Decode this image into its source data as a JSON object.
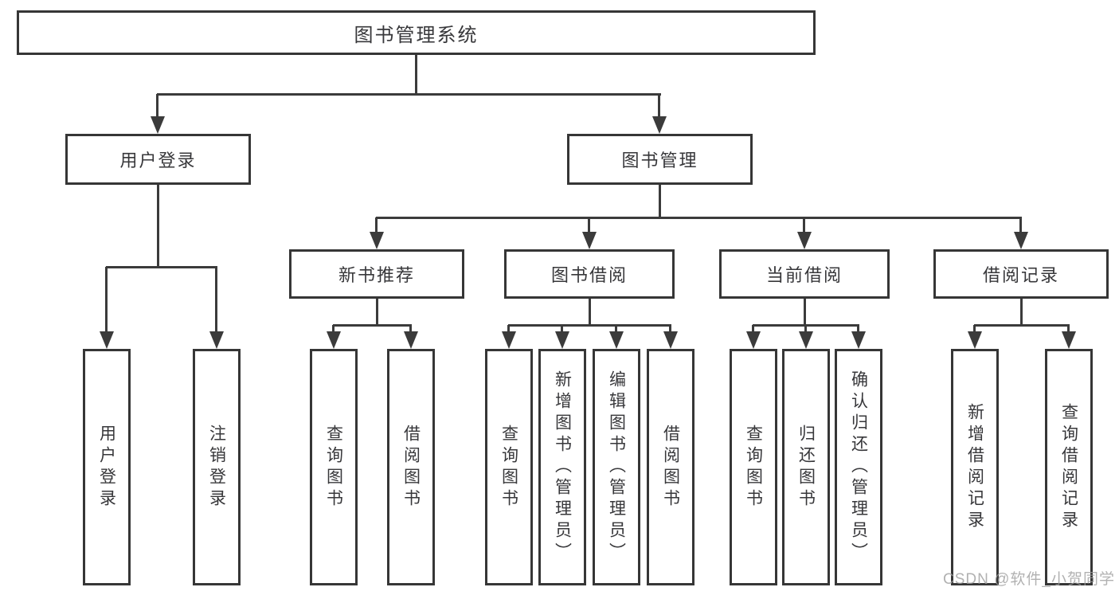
{
  "nodes": {
    "root": "图书管理系统",
    "level2": [
      "用户登录",
      "图书管理"
    ],
    "level3": [
      "新书推荐",
      "图书借阅",
      "当前借阅",
      "借阅记录"
    ],
    "leaves": [
      "用户登录",
      "注销登录",
      "查询图书",
      "借阅图书",
      "查询图书",
      "新增图书（管理员）",
      "编辑图书（管理员）",
      "借阅图书",
      "查询图书",
      "归还图书",
      "确认归还（管理员）",
      "新增借阅记录",
      "查询借阅记录"
    ]
  },
  "watermark": "CSDN @软件_小贺同学",
  "colors": {
    "line": "#3b3b3b",
    "border": "#363636",
    "text": "#37373a",
    "watermark": "#9e9e9e"
  }
}
